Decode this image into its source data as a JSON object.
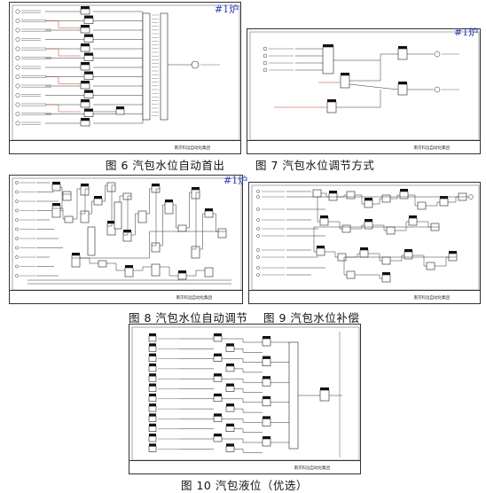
{
  "figures": [
    {
      "id": "fig6",
      "caption": "图 6 汽包水位自动首出",
      "furnace": "#1炉"
    },
    {
      "id": "fig7",
      "caption": "图 7 汽包水位调节方式",
      "furnace": "#1炉"
    },
    {
      "id": "fig8",
      "caption": "图 8 汽包水位自动调节",
      "furnace": "#1炉"
    },
    {
      "id": "fig9",
      "caption": "图 9 汽包水位补偿",
      "furnace": ""
    },
    {
      "id": "fig10",
      "caption": "图 10 汽包液位（优选）",
      "furnace": ""
    }
  ],
  "title_block": {
    "org": "南京科远自动化集团"
  }
}
